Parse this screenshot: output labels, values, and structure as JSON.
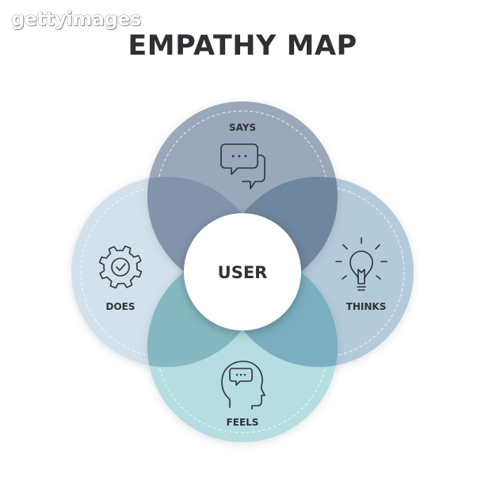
{
  "watermark": "gettyimages",
  "title": "EMPATHY MAP",
  "center": {
    "label": "USER"
  },
  "quadrants": [
    {
      "id": "says",
      "label": "SAYS",
      "icon": "speech-bubbles-icon",
      "color": "#9aa8bb"
    },
    {
      "id": "thinks",
      "label": "THINKS",
      "icon": "lightbulb-icon",
      "color": "#b3cadb"
    },
    {
      "id": "feels",
      "label": "FEELS",
      "icon": "head-speech-icon",
      "color": "#b5dde2"
    },
    {
      "id": "does",
      "label": "DOES",
      "icon": "gear-check-icon",
      "color": "#d3e1ec"
    }
  ],
  "overlap_colors": {
    "says_thinks": "#6e869e",
    "says_does": "#8293ab",
    "does_feels": "#85b8c1",
    "feels_thinks": "#7aaec0"
  }
}
